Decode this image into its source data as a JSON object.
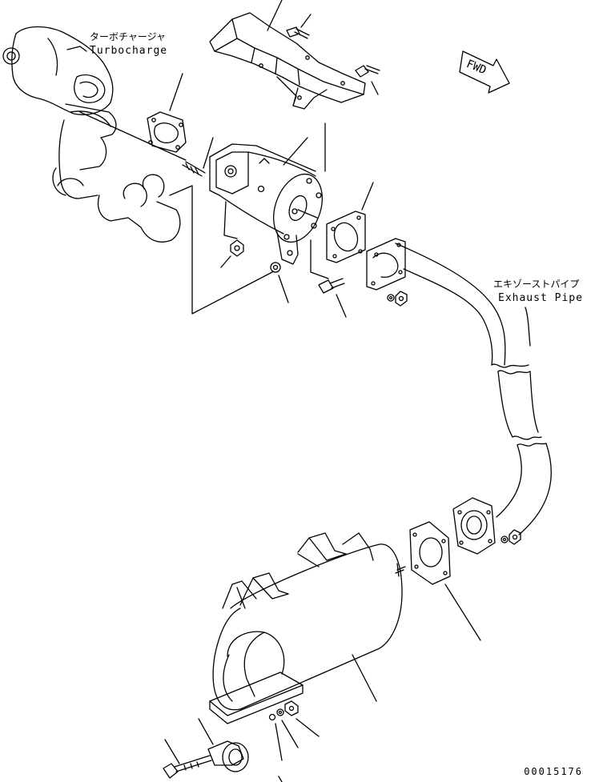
{
  "labels": {
    "turbo_jp": "ターボチャージャ",
    "turbo_en": "Turbocharge",
    "exhaust_jp": "エキゾーストパイプ",
    "exhaust_en": "Exhaust Pipe",
    "fwd": "FWD",
    "doc_number": "00015176"
  }
}
